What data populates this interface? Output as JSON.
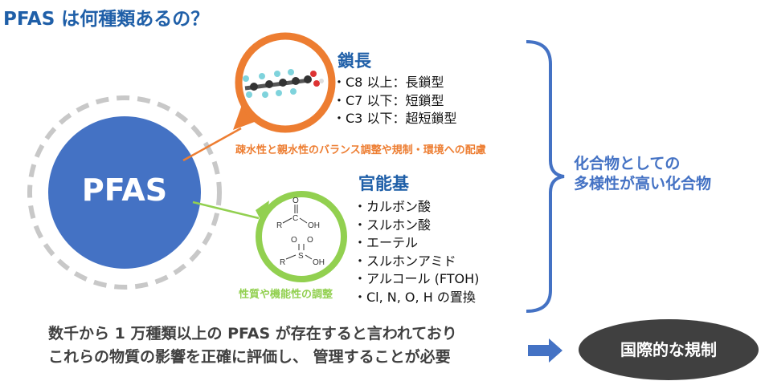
{
  "title": "PFAS は何種類あるの？",
  "center_label": "PFAS",
  "chain_length": {
    "heading": "鎖長",
    "items": [
      "・C8 以上：長鎖型",
      "・C7 以下：短鎖型",
      "・C3 以下：超短鎖型"
    ],
    "note": "疎水性と親水性のバランス調整や規制・環境への配慮"
  },
  "functional_groups": {
    "heading": "官能基",
    "items": [
      "・カルボン酸",
      "・スルホン酸",
      "・エーテル",
      "・スルホンアミド",
      "・アルコール (FTOH)",
      "・Cl, N, O, H の置換"
    ],
    "note": "性質や機能性の調整",
    "structure_labels": {
      "carboxyl": [
        "O",
        "R",
        "C",
        "OH"
      ],
      "sulfonyl": [
        "O",
        "O",
        "S",
        "R",
        "OH"
      ]
    }
  },
  "summary": [
    "化合物としての",
    "多様性が高い化合物"
  ],
  "bottom_text": [
    "数千から 1 万種類以上の PFAS が存在すると言われており",
    "これらの物質の影響を正確に評価し、 管理することが必要"
  ],
  "regulation_label": "国際的な規制",
  "colors": {
    "blue": "#4472c4",
    "title": "#1f5fa8",
    "orange": "#ed7d31",
    "green": "#92d050",
    "dark": "#404040"
  }
}
